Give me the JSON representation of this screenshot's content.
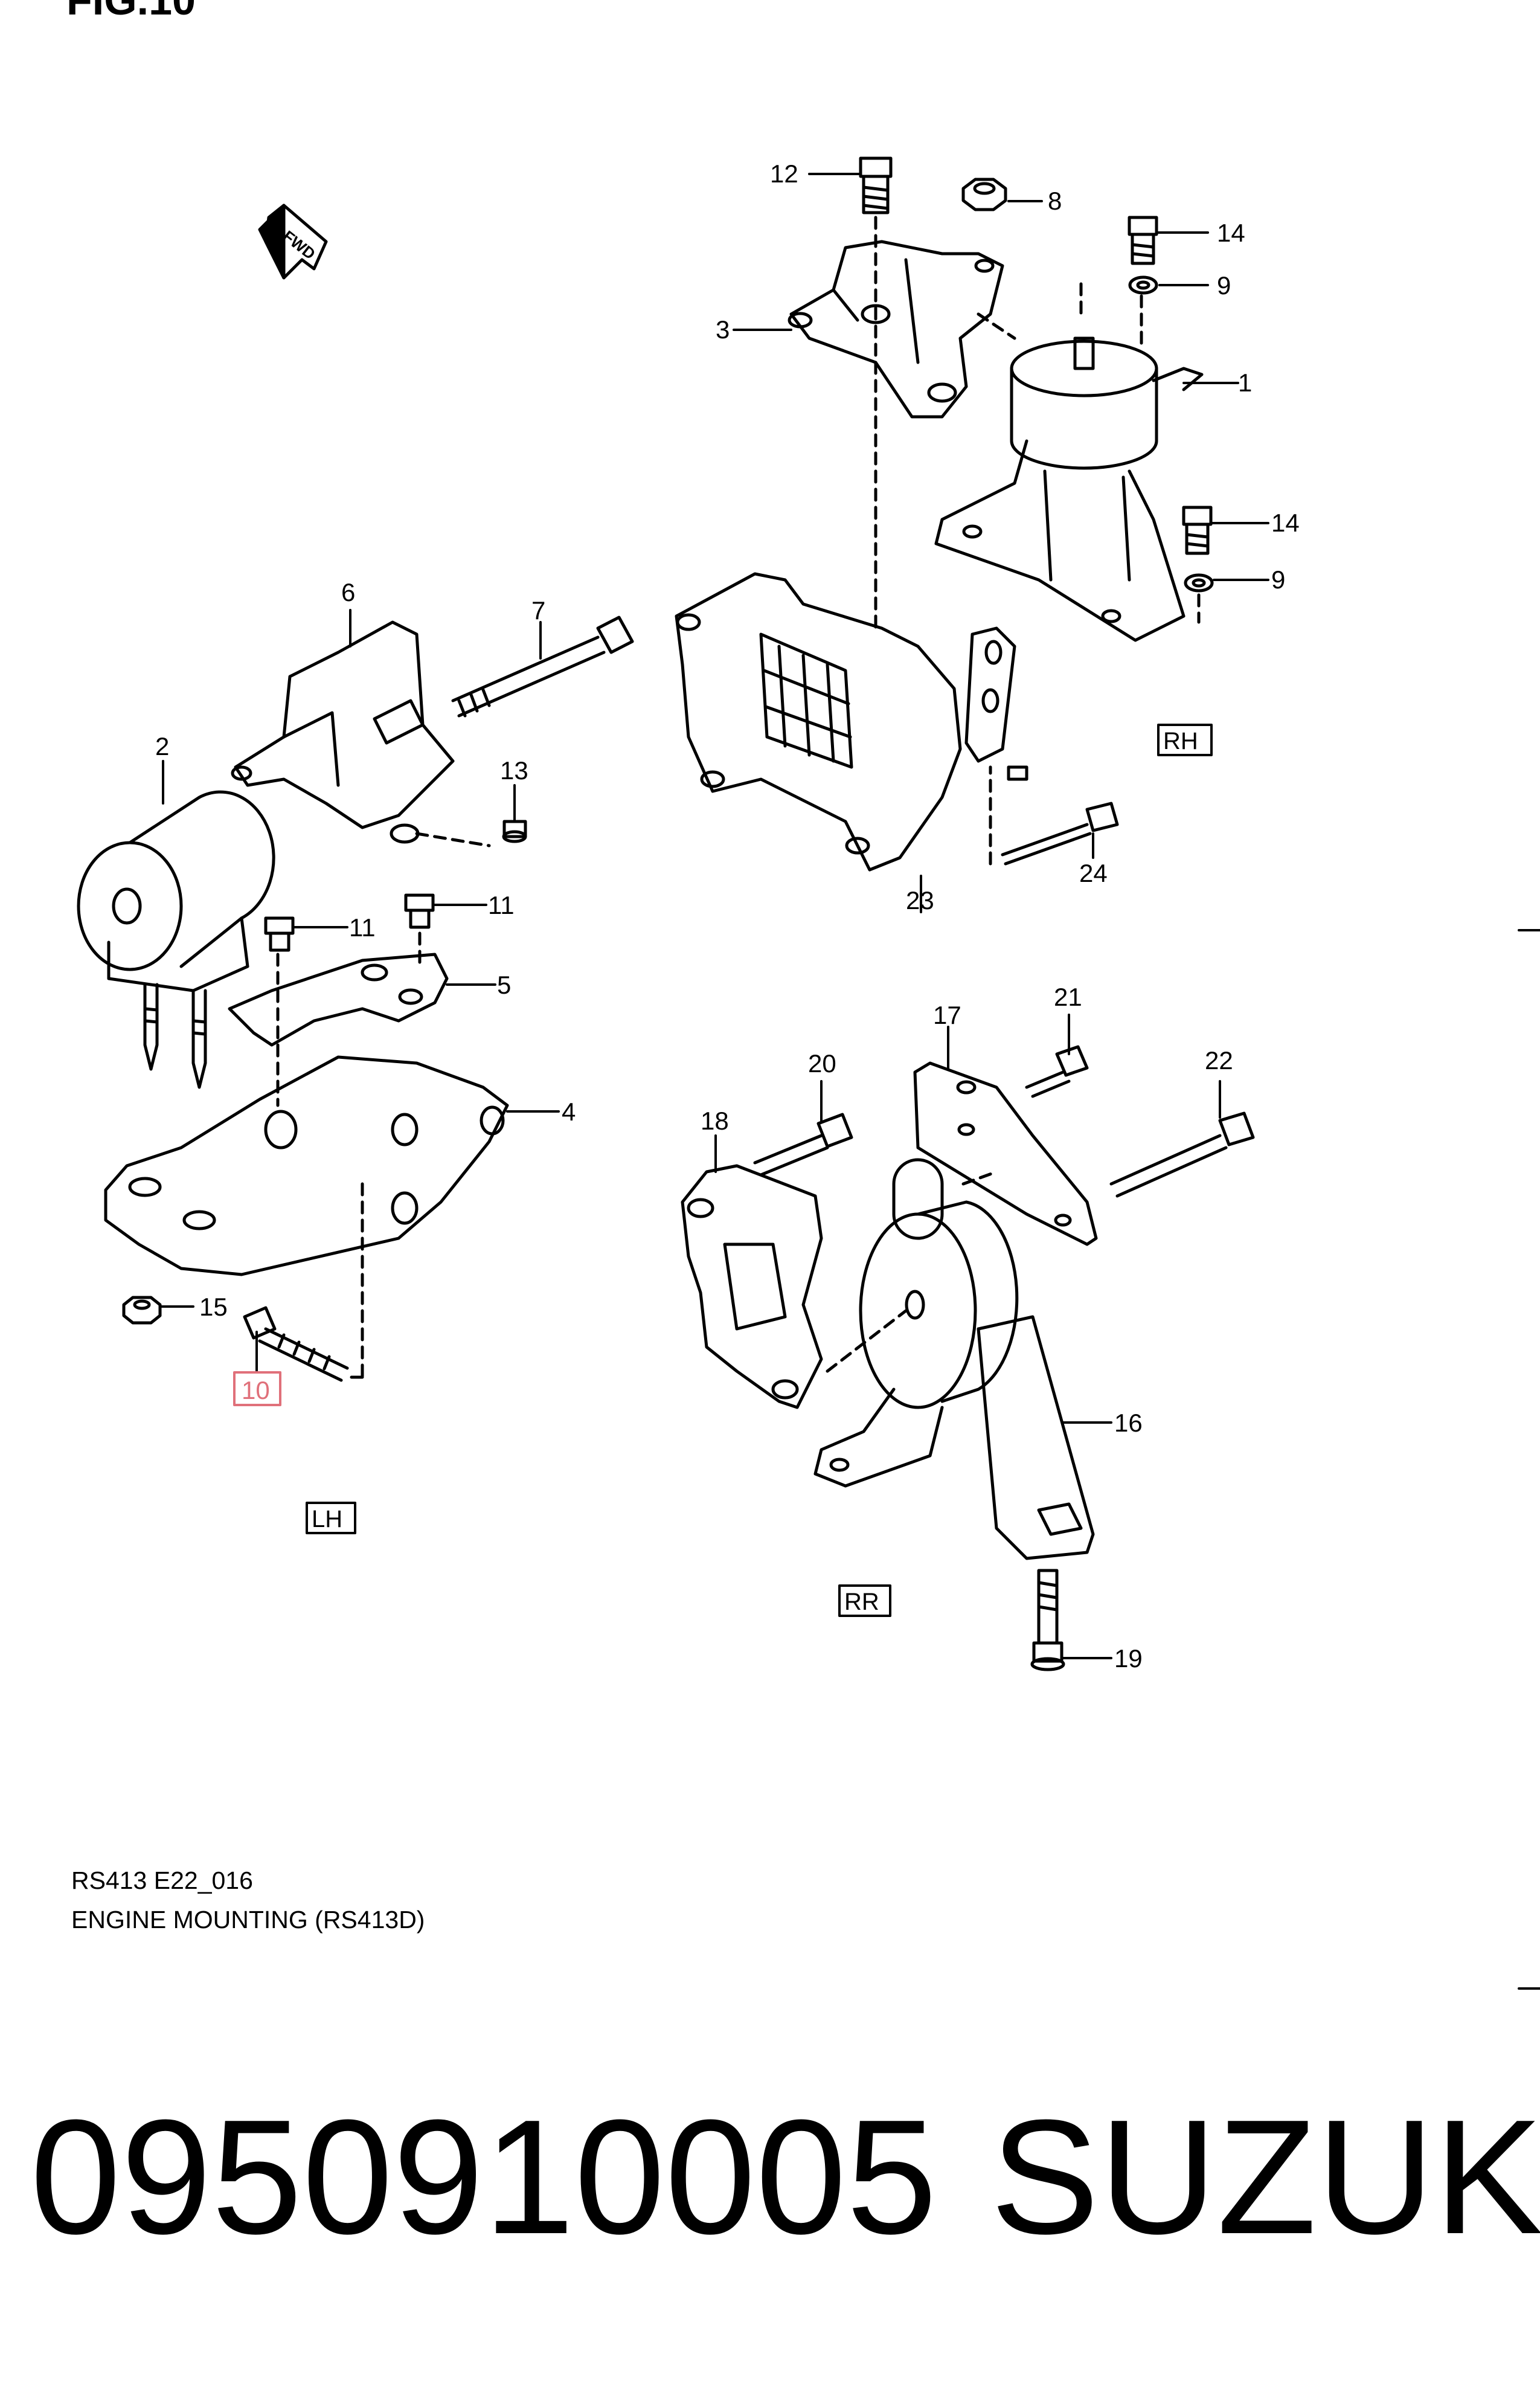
{
  "figure": {
    "title": "FIG.10",
    "code": "RS413 E22_016",
    "caption": "ENGINE MOUNTING (RS413D)"
  },
  "regions": {
    "rh": "RH",
    "lh": "LH",
    "rr": "RR",
    "fwd": "FWD"
  },
  "callouts": {
    "c1": "1",
    "c2": "2",
    "c3": "3",
    "c4": "4",
    "c5": "5",
    "c6": "6",
    "c7": "7",
    "c8": "8",
    "c9a": "9",
    "c9b": "9",
    "c10": "10",
    "c11a": "11",
    "c11b": "11",
    "c12": "12",
    "c13": "13",
    "c14a": "14",
    "c14b": "14",
    "c15": "15",
    "c16": "16",
    "c17": "17",
    "c18": "18",
    "c19": "19",
    "c20": "20",
    "c21": "21",
    "c22": "22",
    "c23": "23",
    "c24": "24"
  },
  "highlight_part": "10",
  "highlight_color": "#e0707a",
  "footer": {
    "part_number": "0950910005",
    "brand": "SUZUKI"
  }
}
